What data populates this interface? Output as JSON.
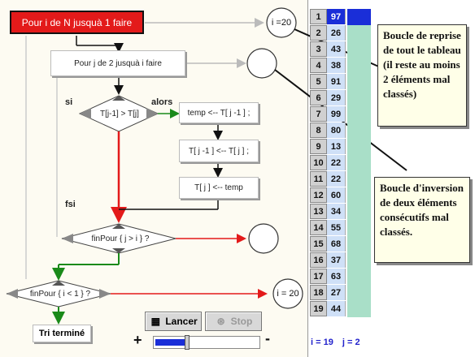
{
  "flowchart": {
    "outer_loop_label": "Pour i  de N jusquà  1  faire",
    "inner_loop_label": "Pour j  de 2 jusquà  i  faire",
    "si_label": "si",
    "alors_label": "alors",
    "fsi_label": "fsi",
    "condition": "T[j-1] > T[j]",
    "step1": "temp <-- T[ j -1 ] ;",
    "step2": "T[ j -1 ]  <-- T[ j ] ;",
    "step3": "T[ j ]  <-- temp",
    "inner_end": "finPour { j > i } ?",
    "outer_end": "finPour { i < 1 } ?",
    "end_label": "Tri terminé",
    "circle_top": "i =20",
    "circle_bottom": "i = 20"
  },
  "controls": {
    "lancer": "Lancer",
    "stop": "Stop",
    "plus": "+",
    "minus": "-",
    "speed_fraction": 0.3
  },
  "table": {
    "rows": [
      {
        "i": "1",
        "v": "97"
      },
      {
        "i": "2",
        "v": "26"
      },
      {
        "i": "3",
        "v": "43"
      },
      {
        "i": "4",
        "v": "38"
      },
      {
        "i": "5",
        "v": "91"
      },
      {
        "i": "6",
        "v": "29"
      },
      {
        "i": "7",
        "v": "99"
      },
      {
        "i": "8",
        "v": "80"
      },
      {
        "i": "9",
        "v": "13"
      },
      {
        "i": "10",
        "v": "22"
      },
      {
        "i": "11",
        "v": "22"
      },
      {
        "i": "12",
        "v": "60"
      },
      {
        "i": "13",
        "v": "34"
      },
      {
        "i": "14",
        "v": "55"
      },
      {
        "i": "15",
        "v": "68"
      },
      {
        "i": "16",
        "v": "37"
      },
      {
        "i": "17",
        "v": "63"
      },
      {
        "i": "18",
        "v": "27"
      },
      {
        "i": "19",
        "v": "44"
      }
    ],
    "i_status": "i = 19",
    "j_status": "j = 2"
  },
  "notes": {
    "note1": "Boucle de reprise de tout le tableau (il reste au moins 2 éléments mal classés)",
    "note2": "Boucle d'inversion de deux éléments consécutifs mal classés."
  },
  "colors": {
    "accent_red": "#e31a1a",
    "arrow_green": "#1a8a1a",
    "highlight_blue": "#1a2ed8"
  }
}
